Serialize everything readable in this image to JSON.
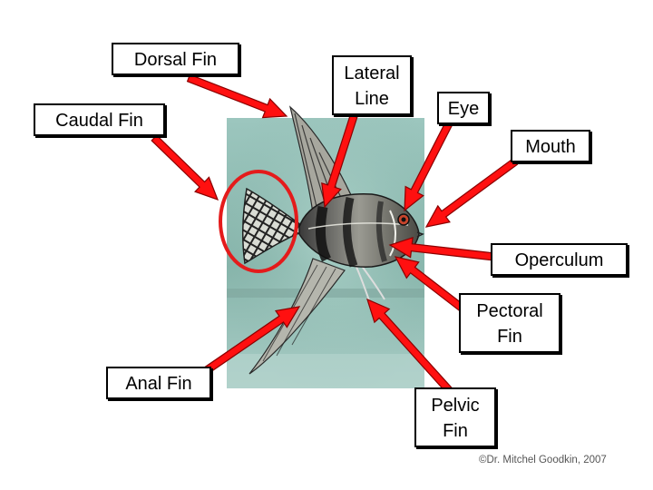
{
  "labels": {
    "dorsal_fin": "Dorsal Fin",
    "caudal_fin": "Caudal Fin",
    "lateral_line": [
      "Lateral",
      "Line"
    ],
    "eye": "Eye",
    "mouth": "Mouth",
    "operculum": "Operculum",
    "pectoral_fin": [
      "Pectoral",
      "Fin"
    ],
    "anal_fin": "Anal Fin",
    "pelvic_fin": [
      "Pelvic",
      "Fin"
    ]
  },
  "credit": "©Dr. Mitchel Goodkin, 2007",
  "colors": {
    "arrow": "#ff1010",
    "arrow_outline": "#8a0000",
    "highlight_circle": "#e41b1b",
    "photo_water": "#8fb9b0",
    "label_border": "#000000"
  }
}
